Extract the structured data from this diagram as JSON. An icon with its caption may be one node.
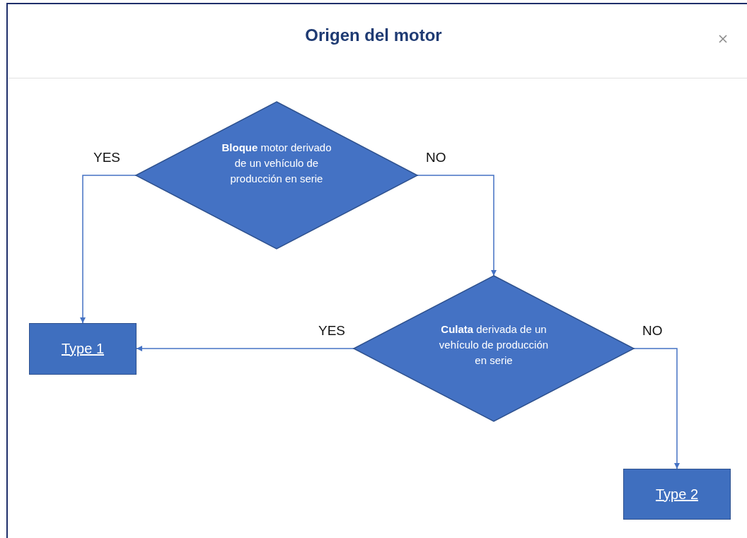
{
  "diagram": {
    "title": "Origen del motor",
    "nodes": [
      {
        "text": [
          "**Bloque** motor derivado de un vehículo de producción en serie"
        ]
      },
      {
        "text": [
          "**Culata** derivada de un vehículo de producción en serie"
        ]
      },
      {
        "text": [
          "Type 1"
        ]
      },
      {
        "text": [
          "Type 2"
        ]
      }
    ],
    "edges": [
      {
        "from": 0,
        "to": 2,
        "arrow": "to",
        "label": "YES"
      },
      {
        "from": 0,
        "to": 1,
        "arrow": "to",
        "label": "NO"
      },
      {
        "from": 1,
        "to": 2,
        "arrow": "to",
        "label": "YES"
      },
      {
        "from": 1,
        "to": 3,
        "arrow": "to",
        "label": "NO"
      }
    ]
  }
}
